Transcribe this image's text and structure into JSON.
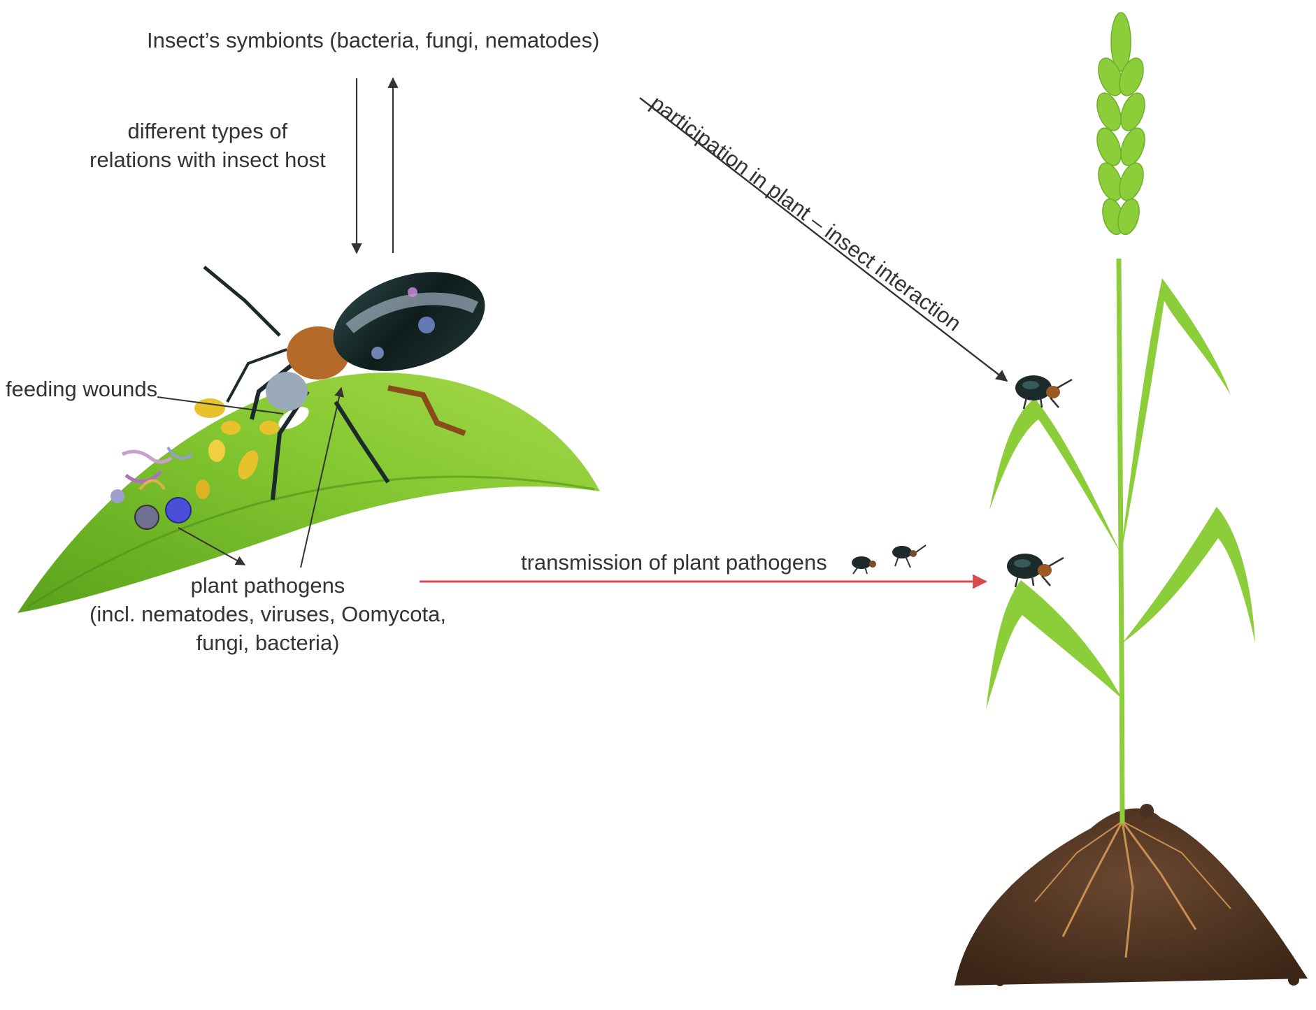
{
  "labels": {
    "symbionts": "Insect’s symbionts (bacteria, fungi, nematodes)",
    "relations_line1": "different types of",
    "relations_line2": "relations with insect host",
    "feeding_wounds": "feeding wounds",
    "pathogens_line1": "plant pathogens",
    "pathogens_line2": "(incl. nematodes, viruses, Oomycota,",
    "pathogens_line3": "fungi, bacteria)",
    "transmission": "transmission of plant pathogens",
    "participation": "participation in plant – insect interaction"
  },
  "colors": {
    "leaf": "#7cc22a",
    "leaf_dark": "#4f8f19",
    "plant": "#8ccd3a",
    "soil": "#5a3c26",
    "beetle_body": "#1c2a2a",
    "transmission_arrow": "#d9474f",
    "arrow": "#333333",
    "pathogen_yellow": "#e8c22c",
    "pathogen_purple": "#7a55c8"
  },
  "icons": [
    "beetle-icon",
    "leaf-icon",
    "wheat-plant-icon",
    "soil-icon"
  ]
}
